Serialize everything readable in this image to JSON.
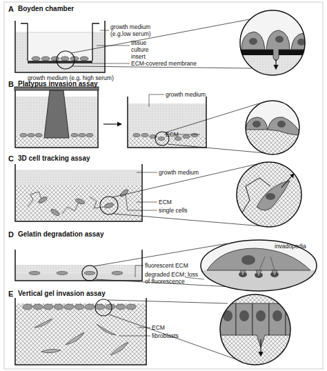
{
  "diagram": {
    "labels": [
      "A",
      "Boyden chamber",
      "growth medium (e.g.low serum)",
      "tissue culture insert",
      "ECM-covered membrane",
      "growth medium (e.g. high serum)",
      "B",
      "Platypus invasion assay",
      "growth medium",
      "ECM",
      "C",
      "3D cell tracking assay",
      "growth medium",
      "ECM",
      "single cells",
      "D",
      "Gelatin degradation assay",
      "invadopodia",
      "fluorescent ECM",
      "degraded ECM: loss of fluorescence",
      "E",
      "Vertical gel invasion assay",
      "ECM",
      "fibroblasts"
    ]
  }
}
